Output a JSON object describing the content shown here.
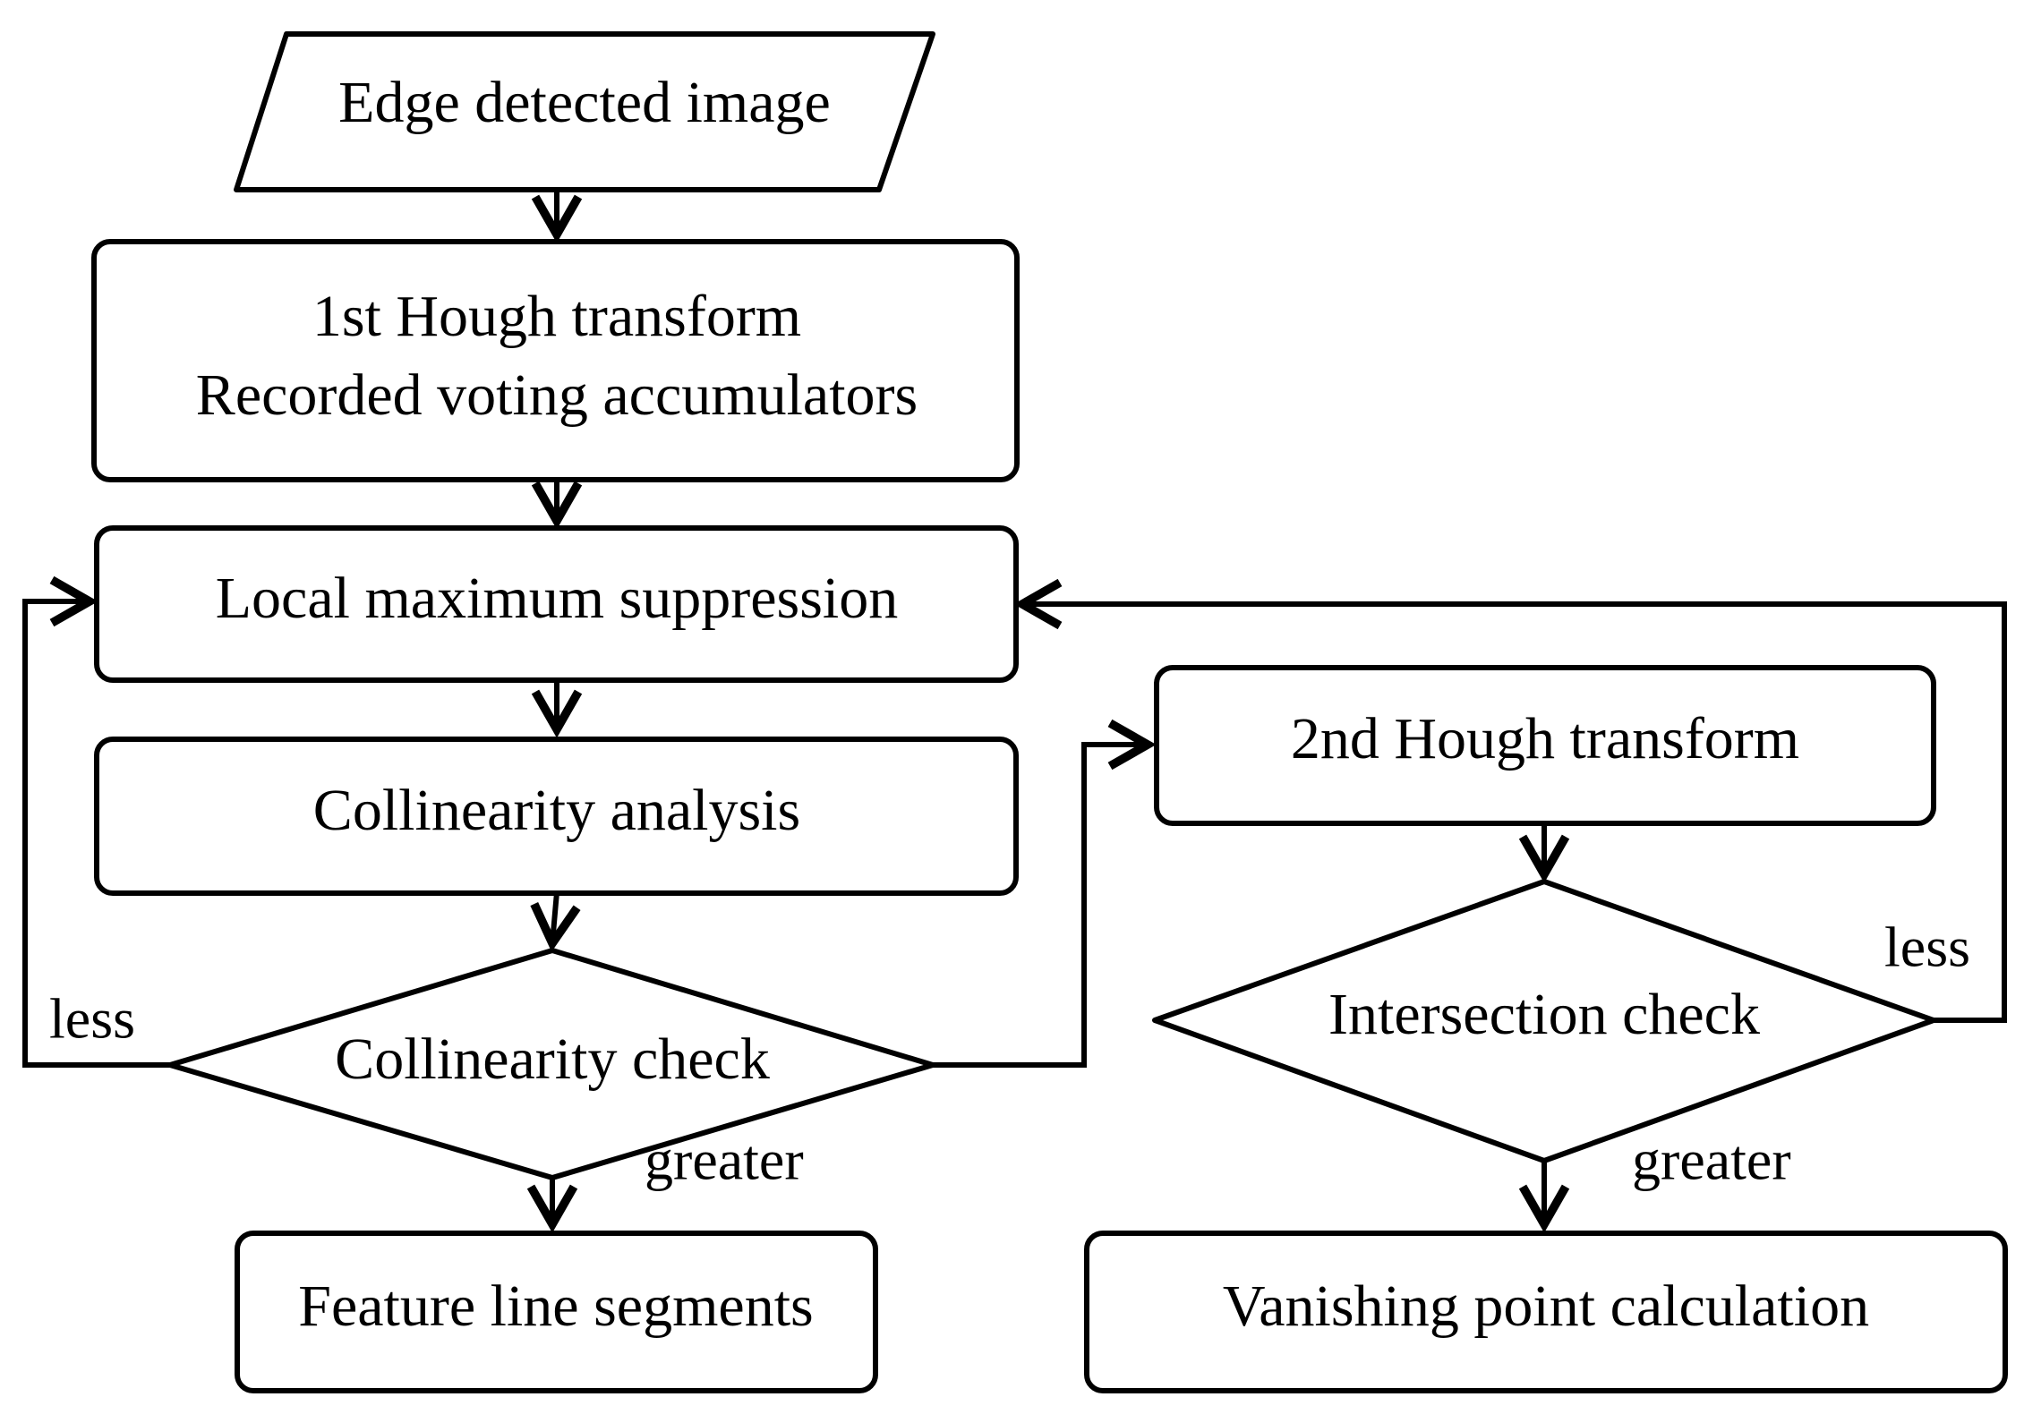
{
  "nodes": {
    "input": {
      "label": "Edge detected image"
    },
    "hough1": {
      "line1": "1st Hough transform",
      "line2": "Recorded voting accumulators"
    },
    "lms": {
      "label": "Local maximum suppression"
    },
    "collinearity": {
      "label": "Collinearity analysis"
    },
    "collinearity_check": {
      "label": "Collinearity check"
    },
    "feature_segments": {
      "label": "Feature line segments"
    },
    "hough2": {
      "label": "2nd Hough transform"
    },
    "intersection_check": {
      "label": "Intersection check"
    },
    "vanishing_point": {
      "label": "Vanishing point calculation"
    }
  },
  "edges": {
    "collinearity_less": "less",
    "collinearity_greater": "greater",
    "intersection_less": "less",
    "intersection_greater": "greater"
  }
}
